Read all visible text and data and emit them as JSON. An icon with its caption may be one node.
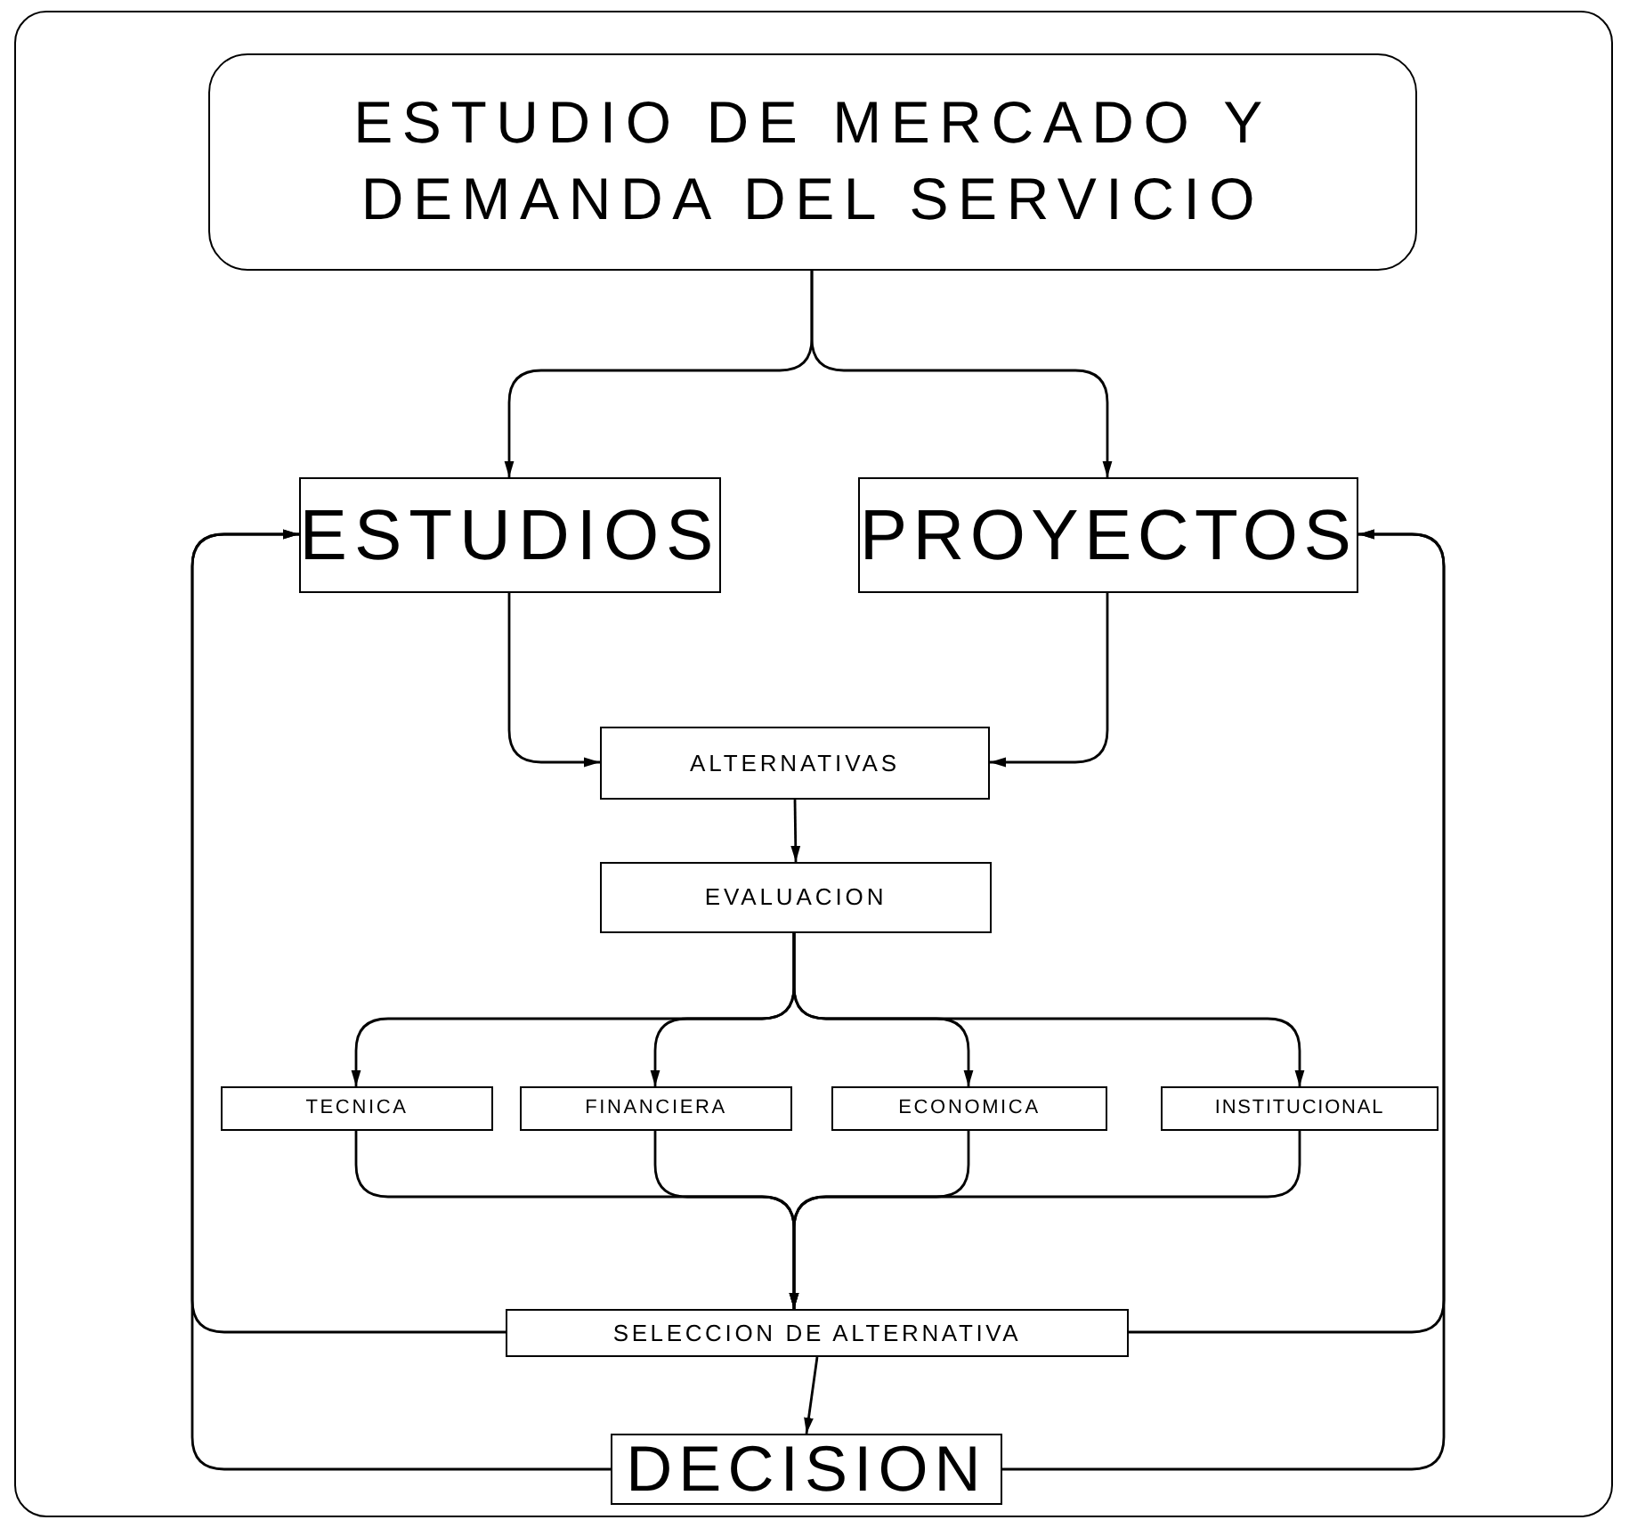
{
  "diagram": {
    "nodes": [
      {
        "text": [
          "ESTUDIO DE MERCADO Y DEMANDA DEL SERVICIO"
        ]
      },
      {
        "text": [
          "ESTUDIOS"
        ]
      },
      {
        "text": [
          "PROYECTOS"
        ]
      },
      {
        "text": [
          "ALTERNATIVAS"
        ]
      },
      {
        "text": [
          "EVALUACION"
        ]
      },
      {
        "text": [
          "TECNICA"
        ]
      },
      {
        "text": [
          "FINANCIERA"
        ]
      },
      {
        "text": [
          "ECONOMICA"
        ]
      },
      {
        "text": [
          "INSTITUCIONAL"
        ]
      },
      {
        "text": [
          "SELECCION DE ALTERNATIVA"
        ]
      },
      {
        "text": [
          "DECISION"
        ]
      }
    ],
    "edges": [
      {
        "from": 0,
        "to": 1,
        "arrow": "to"
      },
      {
        "from": 0,
        "to": 2,
        "arrow": "to"
      },
      {
        "from": 1,
        "to": 3,
        "arrow": "to"
      },
      {
        "from": 2,
        "to": 3,
        "arrow": "to"
      },
      {
        "from": 3,
        "to": 4,
        "arrow": "to"
      },
      {
        "from": 4,
        "to": 5,
        "arrow": "to"
      },
      {
        "from": 4,
        "to": 6,
        "arrow": "to"
      },
      {
        "from": 4,
        "to": 7,
        "arrow": "to"
      },
      {
        "from": 4,
        "to": 8,
        "arrow": "to"
      },
      {
        "from": 5,
        "to": 9,
        "arrow": "to"
      },
      {
        "from": 6,
        "to": 9,
        "arrow": "to"
      },
      {
        "from": 7,
        "to": 9,
        "arrow": "to"
      },
      {
        "from": 8,
        "to": 9,
        "arrow": "to"
      },
      {
        "from": 9,
        "to": 10,
        "arrow": "to"
      },
      {
        "from": 9,
        "to": 1,
        "arrow": "to"
      },
      {
        "from": 9,
        "to": 2,
        "arrow": "to"
      },
      {
        "from": 10,
        "to": 1,
        "arrow": "to"
      },
      {
        "from": 10,
        "to": 2,
        "arrow": "to"
      }
    ]
  }
}
